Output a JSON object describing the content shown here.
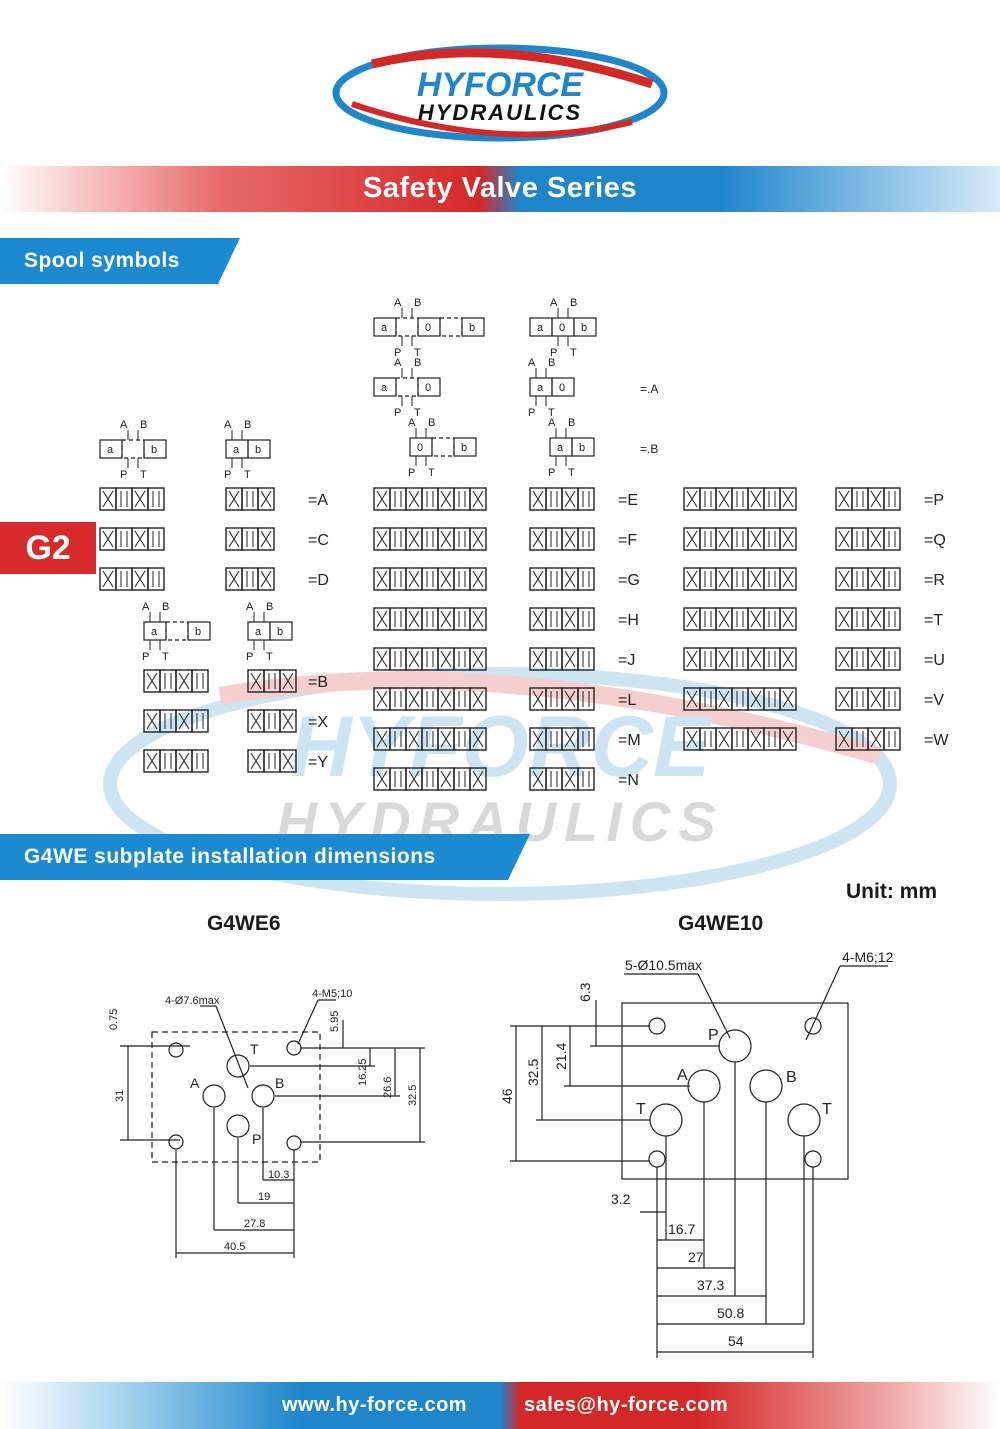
{
  "header": {
    "logo_line1": "HYFORCE",
    "logo_line2": "HYDRAULICS",
    "banner_title": "Safety Valve Series",
    "brand_red": "#d42828",
    "brand_blue": "#1f86cc"
  },
  "sections": {
    "spool_title": "Spool symbols",
    "subplate_title": "G4WE subplate installation dimensions"
  },
  "series_badge": "G2",
  "port_labels": {
    "a": "A",
    "b": "B",
    "p": "P",
    "t": "T",
    "sol_a": "a",
    "sol_b": "b",
    "center": "0"
  },
  "spool_codes": {
    "col1": [
      "=A",
      "=C",
      "=D"
    ],
    "col1b": [
      "=B",
      "=X",
      "=Y"
    ],
    "col2": [
      "=E",
      "=F",
      "=G",
      "=H",
      "=J",
      "=L",
      "=M",
      "=N"
    ],
    "col3": [
      "=P",
      "=Q",
      "=R",
      "=T",
      "=U",
      "=V",
      "=W"
    ],
    "top_right": [
      "=.A",
      "=.B"
    ]
  },
  "unit": "Unit: mm",
  "g4we6": {
    "title": "G4WE6",
    "callout_holes": "4-Ø7.6max",
    "callout_thread": "4-M5;10",
    "dims_v": [
      "0.75",
      "5.95",
      "16.25",
      "26.6",
      "32.5",
      "31"
    ],
    "dims_h": [
      "10.3",
      "19",
      "27.8",
      "40.5"
    ],
    "ports": [
      "T",
      "A",
      "B",
      "P"
    ]
  },
  "g4we10": {
    "title": "G4WE10",
    "callout_holes": "5-Ø10.5max",
    "callout_thread": "4-M6;12",
    "dims_v": [
      "6.3",
      "21.4",
      "32.5",
      "46"
    ],
    "dims_h": [
      "3.2",
      "16.7",
      "27",
      "37.3",
      "50.8",
      "54"
    ],
    "ports": [
      "P",
      "A",
      "B",
      "T",
      "T"
    ]
  },
  "footer": {
    "website": "www.hy-force.com",
    "email": "sales@hy-force.com"
  }
}
